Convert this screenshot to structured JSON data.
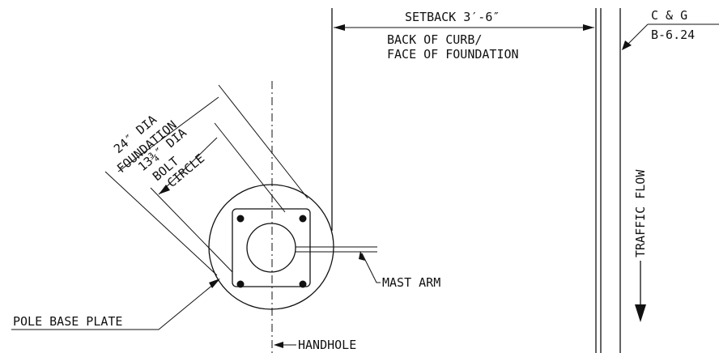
{
  "labels": {
    "setback": "SETBACK 3′-6″",
    "back_of_curb_line1": "BACK OF CURB/",
    "back_of_curb_line2": "FACE OF FOUNDATION",
    "cg_line1": "C & G",
    "cg_line2": "B-6.24",
    "foundation_line1": "24″ DIA",
    "foundation_line2": "FOUNDATION",
    "bolt_line1": "13¾″ DIA",
    "bolt_line2": "BOLT",
    "bolt_line3": "CIRCLE",
    "traffic_flow": "TRAFFIC FLOW",
    "mast_arm": "MAST ARM",
    "pole_base_plate": "POLE BASE PLATE",
    "handhole": "HANDHOLE"
  },
  "icons": {
    "traffic_arrow": "arrow-down-icon",
    "dimension_arrow": "arrowhead-icon",
    "anchor_bolt": "bolt-dot-icon"
  },
  "colors": {
    "ink": "#111111",
    "paper": "#ffffff"
  }
}
